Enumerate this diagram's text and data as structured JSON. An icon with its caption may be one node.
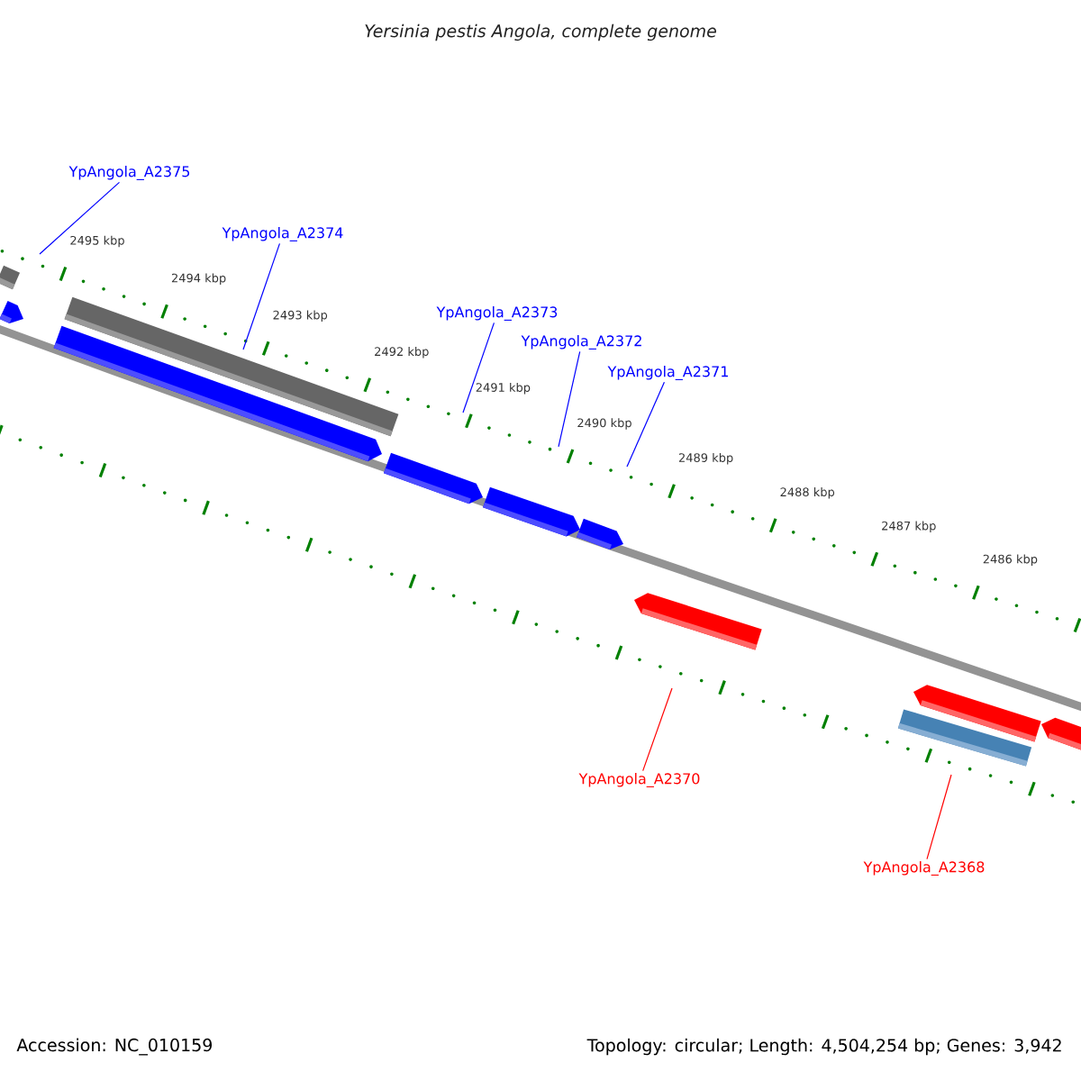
{
  "diagram": {
    "title": "Yersinia pestis Angola, complete genome",
    "nodes": [
      {
        "text": [
          "YpAngola_A2375"
        ]
      },
      {
        "text": [
          "YpAngola_A2374"
        ]
      },
      {
        "text": [
          "YpAngola_A2373"
        ]
      },
      {
        "text": [
          "YpAngola_A2372"
        ]
      },
      {
        "text": [
          "YpAngola_A2371"
        ]
      },
      {
        "text": [
          "YpAngola_A2370"
        ]
      },
      {
        "text": [
          "YpAngola_A2368"
        ]
      }
    ],
    "edges": [
      {
        "from": 0,
        "to": null,
        "arrow": "none"
      },
      {
        "from": 1,
        "to": null,
        "arrow": "none"
      },
      {
        "from": 2,
        "to": null,
        "arrow": "none"
      },
      {
        "from": 3,
        "to": null,
        "arrow": "none"
      },
      {
        "from": 4,
        "to": null,
        "arrow": "none"
      },
      {
        "from": 5,
        "to": null,
        "arrow": "none",
        "color": "#ff0000"
      },
      {
        "from": 6,
        "to": null,
        "arrow": "none",
        "color": "#ff0000"
      }
    ],
    "labels": [
      "2495 kbp",
      "2494 kbp",
      "2493 kbp",
      "2492 kbp",
      "2491 kbp",
      "2490 kbp",
      "2489 kbp",
      "2488 kbp",
      "2487 kbp",
      "2486 kbp",
      "Accession: NC_010159",
      "Topology: circular; Length: 4,504,254 bp; Genes: 3,942"
    ]
  }
}
